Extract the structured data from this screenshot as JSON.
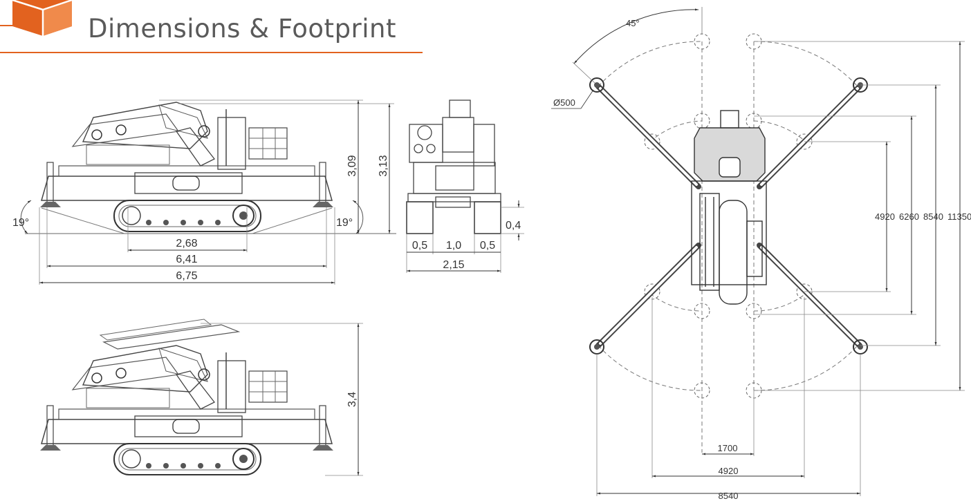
{
  "header": {
    "title": "Dimensions & Footprint",
    "accent_color": "#e2621f",
    "text_color": "#5a5a5a",
    "logo_icon": "orange-cube-icon"
  },
  "side_view": {
    "height_1": "3,09",
    "height_2": "3,13",
    "angle_left": "19°",
    "angle_right": "19°",
    "track_length": "2,68",
    "length_outriggers": "6,41",
    "overall_length": "6,75"
  },
  "front_view": {
    "ground_clearance": "0,4",
    "left_track": "0,5",
    "center_gap": "1,0",
    "right_track": "0,5",
    "overall_width": "2,15"
  },
  "side_view_raised": {
    "height": "3,4"
  },
  "top_view": {
    "slew_angle": "45°",
    "pad_diameter": "Ø500",
    "vertical_dims": [
      "4920",
      "6260",
      "8540",
      "11350"
    ],
    "width_inner": "1700",
    "width_mid": "4920",
    "width_outer": "8540"
  }
}
